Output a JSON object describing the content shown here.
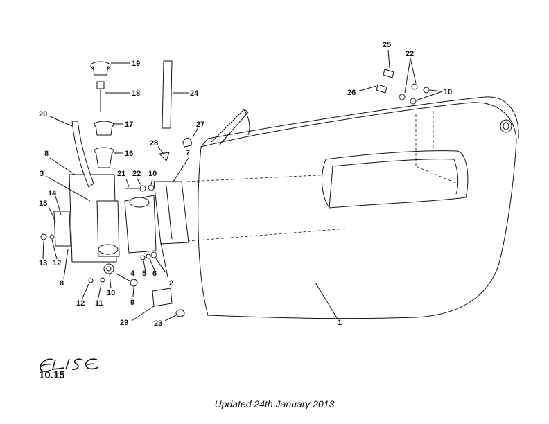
{
  "diagram": {
    "part_labels": [
      "1",
      "2",
      "3",
      "4",
      "5",
      "6",
      "7",
      "8",
      "8",
      "9",
      "10",
      "10",
      "10",
      "11",
      "12",
      "12",
      "13",
      "14",
      "15",
      "16",
      "17",
      "18",
      "19",
      "20",
      "21",
      "22",
      "22",
      "23",
      "24",
      "25",
      "26",
      "27",
      "28",
      "29"
    ]
  },
  "footer": {
    "logo_text": "ELISE",
    "page_code": "10.15",
    "updated_text": "Updated 24th January 2013"
  }
}
